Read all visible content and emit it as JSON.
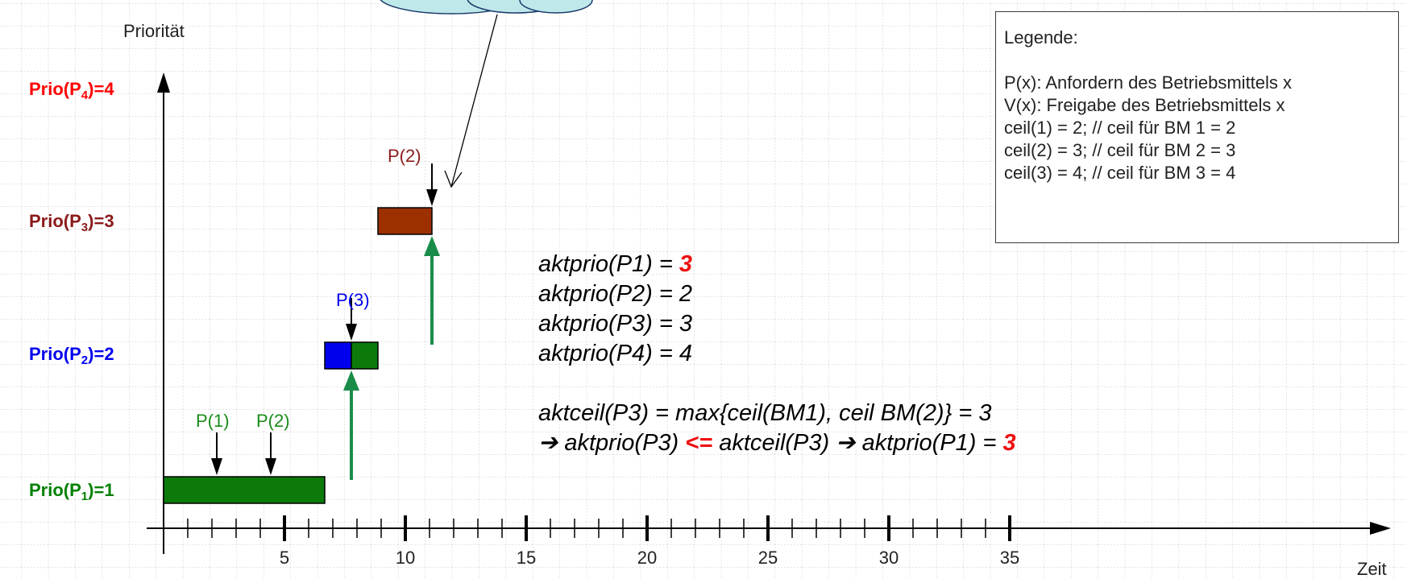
{
  "axis": {
    "y_title": "Priorität",
    "x_title": "Zeit",
    "x_ticks": [
      "5",
      "10",
      "15",
      "20",
      "25",
      "30",
      "35"
    ]
  },
  "prio_labels": [
    {
      "prefix": "Prio(P",
      "sub": "1",
      "suffix": ")=1",
      "color": "#008000"
    },
    {
      "prefix": "Prio(P",
      "sub": "2",
      "suffix": ")=2",
      "color": "#0000ee"
    },
    {
      "prefix": "Prio(P",
      "sub": "3",
      "suffix": ")=3",
      "color": "#8b1a1a"
    },
    {
      "prefix": "Prio(P",
      "sub": "4",
      "suffix": ")=4",
      "color": "#ff0000"
    }
  ],
  "events": {
    "p1_label": "P(1)",
    "p2_label_low": "P(2)",
    "p3_label": "P(3)",
    "p2_label_high": "P(2)"
  },
  "legend": {
    "title": "Legende:",
    "lines": [
      "P(x): Anfordern des Betriebsmittels x",
      "V(x): Freigabe des Betriebsmittels x",
      "ceil(1) = 2; // ceil für BM 1 = 2",
      "ceil(2) = 3; // ceil für BM 2 = 3",
      "ceil(3) = 4; // ceil für BM 3 = 4"
    ]
  },
  "formulas": {
    "line1_text": "aktprio(P1) = ",
    "line1_value": "3",
    "line2": "aktprio(P2) = 2",
    "line3": "aktprio(P3) = 3",
    "line4": "aktprio(P4) = 4",
    "line5": "aktceil(P3) =  max{ceil(BM1), ceil BM(2)} = 3",
    "line6_arrow1": "➔",
    "line6_part1": " aktprio(P3) ",
    "line6_op": "<=",
    "line6_part2": " aktceil(P3) ",
    "line6_arrow2": "➔",
    "line6_part3": " aktprio(P1) = ",
    "line6_value": "3"
  },
  "colors": {
    "p1": "#008000",
    "p2": "#0000ee",
    "p3": "#8b1a1a",
    "p4": "#ff0000",
    "bar_green": "#0b7a0b",
    "bar_blue": "#0000ee",
    "bar_brown": "#9c3000",
    "arrow_green": "#1a8c4a",
    "cloud_fill": "#bfe8ea",
    "grid": "#c8c8c8"
  }
}
